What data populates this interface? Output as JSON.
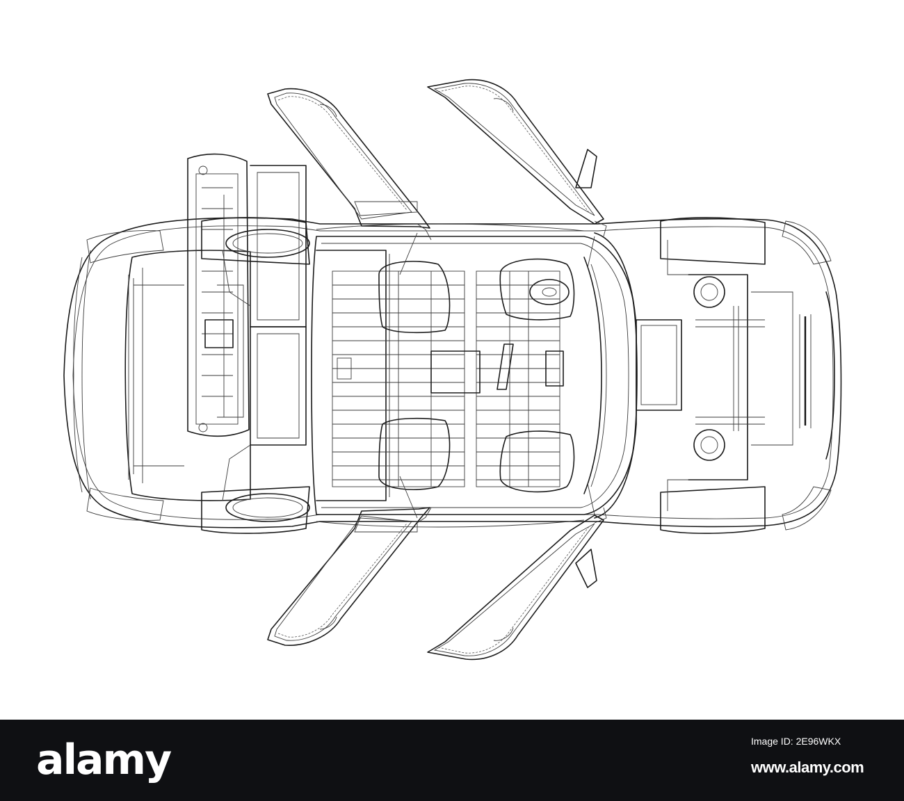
{
  "subject": "Wireframe top view of a car with four open doors",
  "colors": {
    "background": "#ffffff",
    "line": "#1a1a1a",
    "watermark_bar": "#0f1013",
    "watermark_text": "#ffffff"
  },
  "watermark": {
    "logo_text": "alamy",
    "image_id_label": "Image ID: 2E96WKX",
    "site": "www.alamy.com"
  }
}
